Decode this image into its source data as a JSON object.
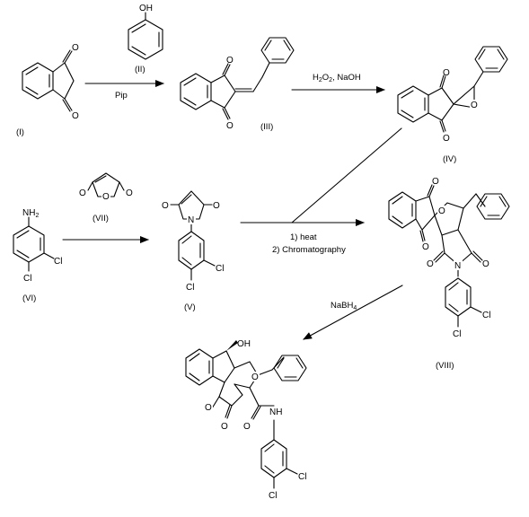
{
  "compounds": {
    "I": "(I)",
    "II": "(II)",
    "III": "(III)",
    "IV": "(IV)",
    "V": "(V)",
    "VI": "(VI)",
    "VII": "(VII)",
    "VIII": "(VIII)"
  },
  "atoms": {
    "O": "O",
    "OH": "OH",
    "N": "N",
    "NH": "NH",
    "NH2": "NH",
    "NH2_sub": "2",
    "Cl": "Cl"
  },
  "reagents": {
    "step1": "Pip",
    "step2_main": "H",
    "step2_sub1": "2",
    "step2_mid": "O",
    "step2_sub2": "2",
    "step2_tail": ",  NaOH",
    "step3_line1": "1) heat",
    "step3_line2": "2) Chromatography",
    "step4_main": "NaBH",
    "step4_sub": "4"
  }
}
